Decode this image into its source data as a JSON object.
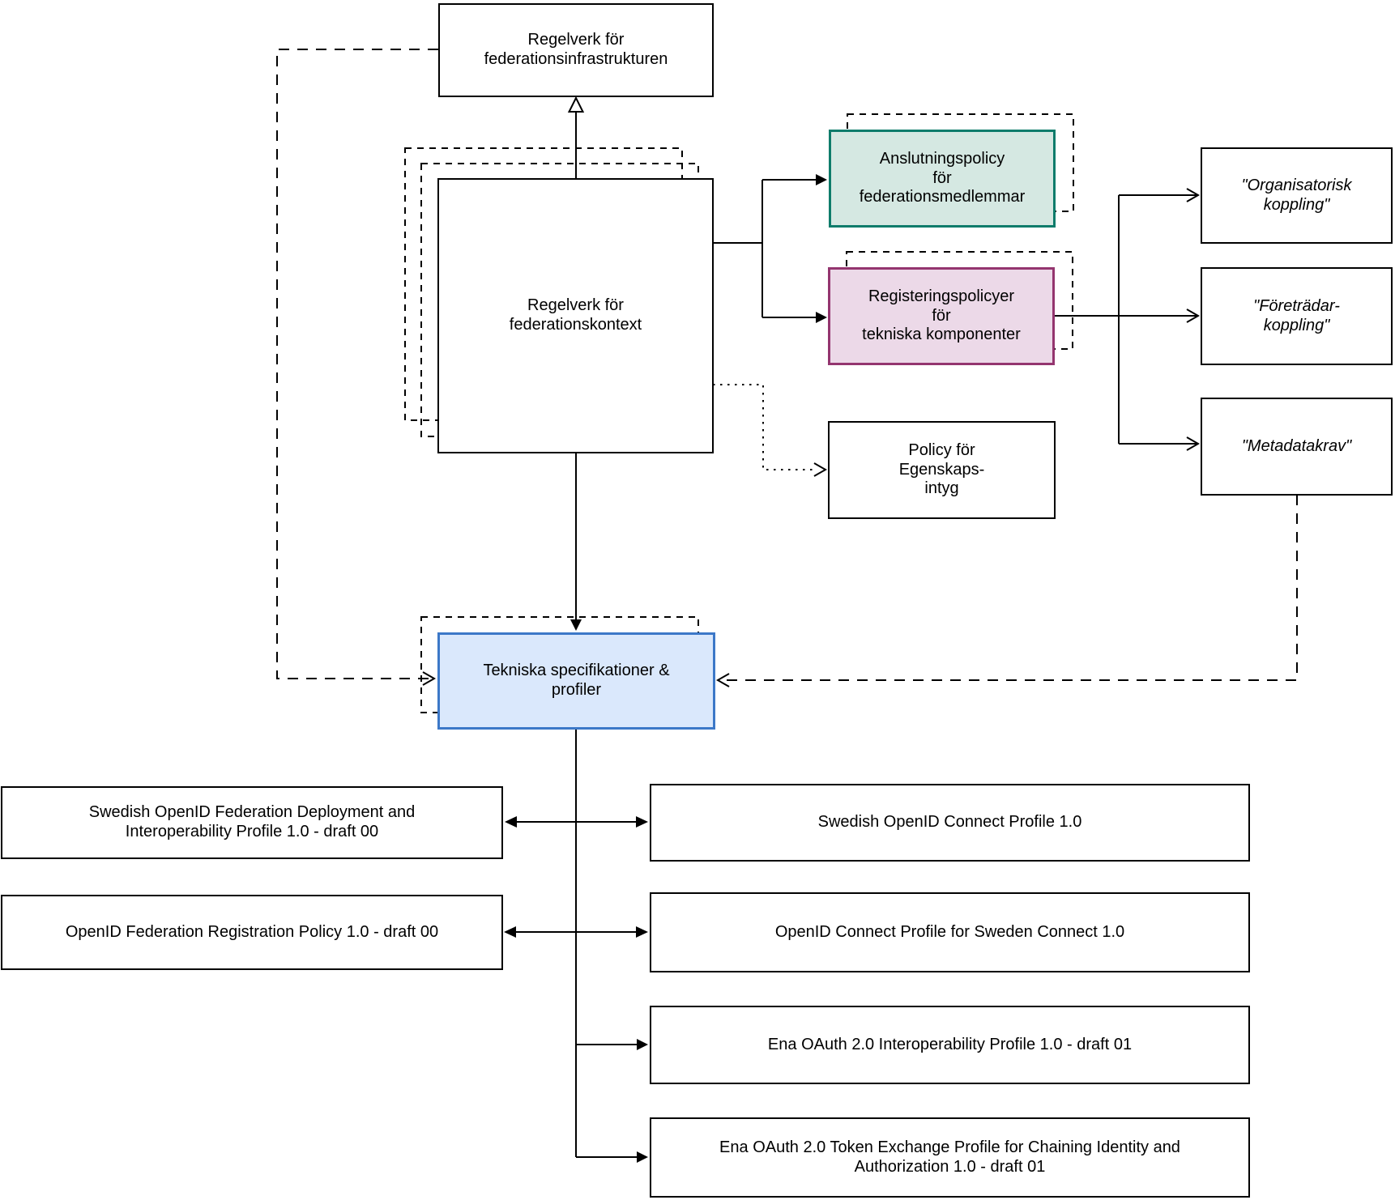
{
  "colors": {
    "teal_fill": "#d5e8e2",
    "teal_border": "#0e7c6b",
    "pink_fill": "#ecd9e8",
    "pink_border": "#94356f",
    "blue_fill": "#dae8fc",
    "blue_border": "#3c78c8",
    "line": "#000000",
    "bg": "#ffffff"
  },
  "nodes": {
    "infra": {
      "label": "Regelverk för\nfederationsinfrastrukturen"
    },
    "context": {
      "label": "Regelverk för\nfederationskontext"
    },
    "anslutning": {
      "label": "Anslutningspolicy\nför\nfederationsmedlemmar"
    },
    "registering": {
      "label": "Registeringspolicyer\nför\ntekniska komponenter"
    },
    "egenskapsintyg": {
      "label": "Policy för\nEgenskaps-\nintyg"
    },
    "org_koppling": {
      "label": "\"Organisatorisk\nkoppling\""
    },
    "foretradar_koppling": {
      "label": "\"Företrädar-\nkoppling\""
    },
    "metadatakrav": {
      "label": "\"Metadatakrav\""
    },
    "tekniska": {
      "label": "Tekniska specifikationer &\nprofiler"
    },
    "swedish_deploy_profile": {
      "label": "Swedish OpenID Federation Deployment and\nInteroperability Profile 1.0 - draft 00"
    },
    "openid_fed_reg_policy": {
      "label": "OpenID Federation Registration Policy 1.0 - draft 00"
    },
    "swedish_oidc_profile": {
      "label": "Swedish OpenID Connect Profile 1.0"
    },
    "oidc_sweden_connect": {
      "label": "OpenID Connect Profile for Sweden Connect 1.0"
    },
    "ena_oauth_interop": {
      "label": "Ena OAuth 2.0 Interoperability Profile 1.0 - draft 01"
    },
    "ena_oauth_token_exchange": {
      "label": "Ena OAuth 2.0 Token Exchange Profile for Chaining Identity and\nAuthorization 1.0 - draft 01"
    }
  }
}
